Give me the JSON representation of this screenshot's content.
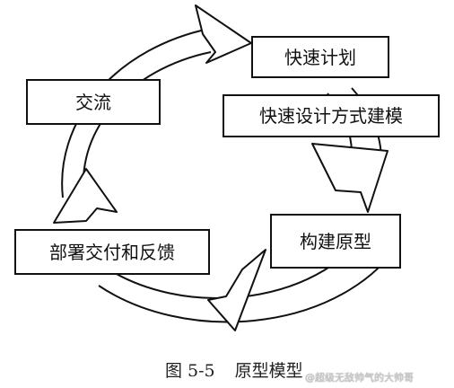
{
  "diagram": {
    "nodes": {
      "quick_plan": "快速计划",
      "quick_design": "快速设计方式建模",
      "build_prototype": "构建原型",
      "deploy_feedback": "部署交付和反馈",
      "communicate": "交流"
    },
    "caption_number": "图 5-5",
    "caption_title": "原型模型"
  },
  "watermark": "@超级无敌帅气的大帅哥",
  "colors": {
    "stroke": "#111111",
    "background": "#ffffff"
  }
}
